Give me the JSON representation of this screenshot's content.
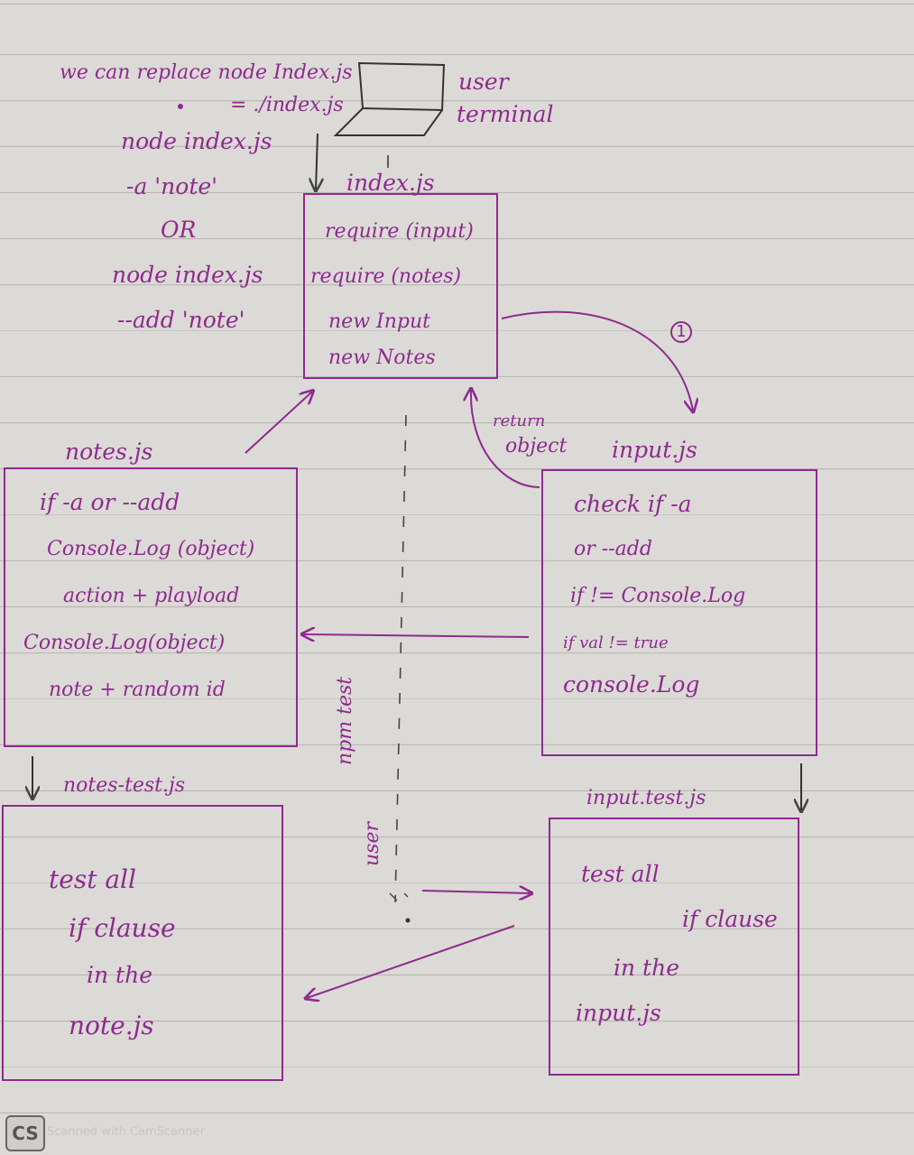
{
  "top_note": {
    "line1": "we can replace node Index.js",
    "line2": "= ./index.js",
    "cmd1": "node index.js",
    "cmd1_flag": "-a 'note'",
    "or": "OR",
    "cmd2": "node index.js",
    "cmd2_flag": "--add 'note'"
  },
  "terminal": {
    "label_user": "user",
    "label_terminal": "terminal"
  },
  "index_box": {
    "title": "index.js",
    "lines": [
      "require (input)",
      "require (notes)",
      "new Input",
      "new Notes"
    ]
  },
  "arrow_labels": {
    "circled_one": "1",
    "return_word": "return",
    "object_word": "object",
    "npm_test": "npm test",
    "user_vertical": "user"
  },
  "notes_box": {
    "title": "notes.js",
    "lines": [
      "if -a or --add",
      "Console.Log (object)",
      "action + playload",
      "Console.Log(object)",
      "note + random id"
    ]
  },
  "input_box": {
    "title": "input.js",
    "lines": [
      "check if -a",
      "or --add",
      "if != Console.Log",
      "if val != true",
      "console.Log"
    ]
  },
  "notes_test_box": {
    "title": "notes-test.js",
    "lines": [
      "test all",
      "if clause",
      "in the",
      "note.js"
    ]
  },
  "input_test_box": {
    "title": "input.test.js",
    "lines": [
      "test all",
      "if clause",
      "in the",
      "input.js"
    ]
  },
  "watermark": {
    "logo": "CS",
    "text": "Scanned with CamScanner"
  },
  "colors": {
    "ink": "#8e2a8f",
    "pencil": "#555555",
    "paper": "#dcdad6"
  }
}
